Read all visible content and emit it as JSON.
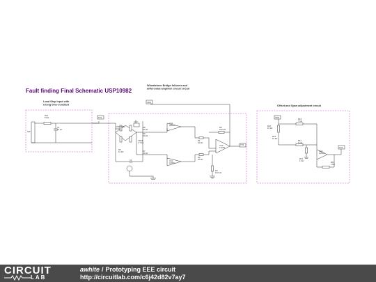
{
  "schematic": {
    "title": "Fault finding Final Schematic USP10982",
    "sections": {
      "input": "Load Step Input with\na long time-constant",
      "bridge": "Wheatstone Bridge follower and\ndifferential amplifier circuit circuit",
      "offset": "Offset and Span adjustment circuit"
    },
    "labels": {
      "r14": "R14\n5 KΩ",
      "c1": "C1\n10 µF",
      "src": "SW",
      "tp1": "TP1",
      "vdd_top": "VDD",
      "usp": "USP10982\n10 kΩ",
      "r8": "R8\n10 kΩ",
      "r9": "R9\n10 kΩ",
      "r6": "R6\n10 kΩ",
      "r7": "R7\n10 kΩ",
      "vref": "VREF\n2.7 kΩ",
      "ua1": "UA1\nLM324",
      "ua2": "UA2\nLM324",
      "ua3": "UA3\nTL081",
      "ua4": "UA4\nLM324",
      "r1": "R1\n10 kΩ",
      "r2": "R2\n10 kΩ",
      "r3": "R3\n100 kΩ",
      "r4": "R4\n100 kΩ",
      "v1": "V1\n5 V",
      "tp2": "TP2",
      "r10": "R10\n10 kΩ",
      "r11": "R11\n1 kΩ",
      "r12": "R12\n1 kΩ",
      "r13": "R13\n1 kΩ",
      "r15": "R15\n7 kΩ",
      "r16": "R16\n10 kΩ",
      "vdd_off": "VDD",
      "tp3": "TP3"
    }
  },
  "footer": {
    "logo_top": "CIRCUIT",
    "logo_bottom": "LAB",
    "author": "awhite",
    "separator": "/",
    "project": "Prototyping EEE circuit",
    "url": "http://circuitlab.com/c6j42d82v7ay7"
  },
  "colors": {
    "title": "#5a0a78",
    "wire": "#333333",
    "box": "#d88ad8",
    "footer_bg": "#4a4a4a"
  }
}
